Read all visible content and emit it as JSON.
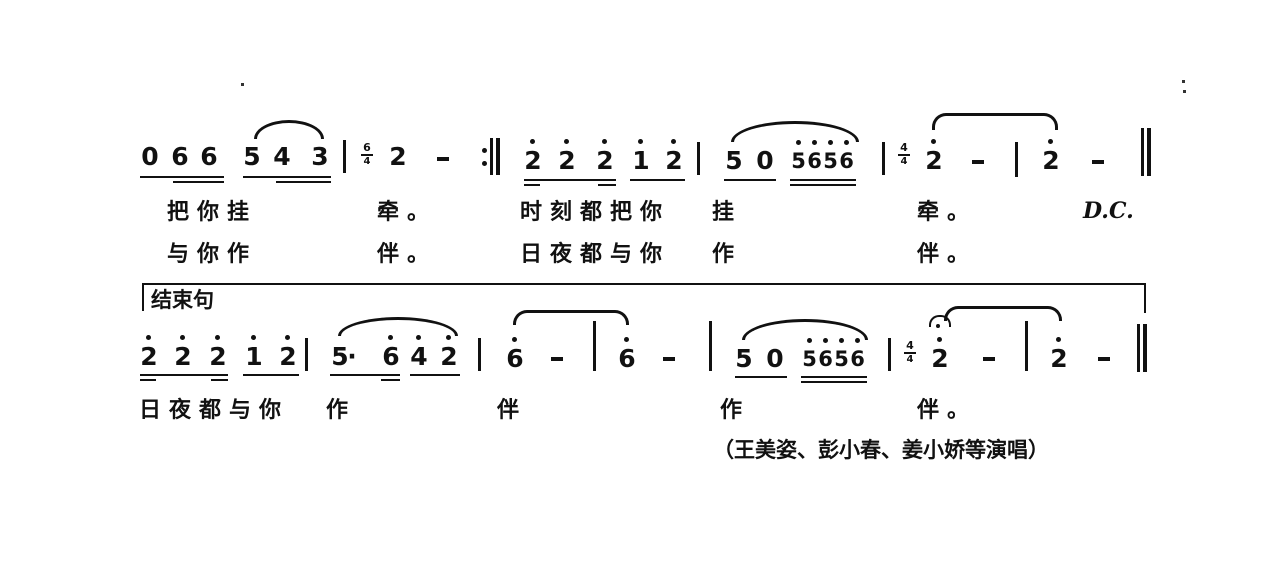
{
  "score": {
    "line1": {
      "notes": [
        "0",
        "6",
        "6",
        "5",
        "4",
        "3",
        "2",
        "-",
        "2",
        "2",
        "2",
        "1",
        "2",
        "5",
        "0",
        "5",
        "6",
        "5",
        "6",
        "2",
        "-",
        "2",
        "-"
      ],
      "time_signatures": [
        {
          "num": "6",
          "den": "4"
        },
        {
          "num": "4",
          "den": "4"
        }
      ],
      "lyrics_verse1": [
        "把你挂",
        "牵。",
        "时刻都把你",
        "挂",
        "牵。"
      ],
      "lyrics_verse2": [
        "与你作",
        "伴。",
        "日夜都与你",
        "作",
        "伴。"
      ],
      "marking": "D.C."
    },
    "line2": {
      "section_label": "结束句",
      "notes": [
        "2",
        "2",
        "2",
        "1",
        "2",
        "5",
        "·",
        "6",
        "4",
        "2",
        "6",
        "-",
        "6",
        "-",
        "5",
        "0",
        "5",
        "6",
        "5",
        "6",
        "2",
        "-",
        "2",
        "-"
      ],
      "time_signature": {
        "num": "4",
        "den": "4"
      },
      "lyrics": [
        "日夜都与你",
        "作",
        "伴",
        "作",
        "伴。"
      ]
    },
    "credit": "（王美姿、彭小春、姜小娇等演唱）"
  }
}
